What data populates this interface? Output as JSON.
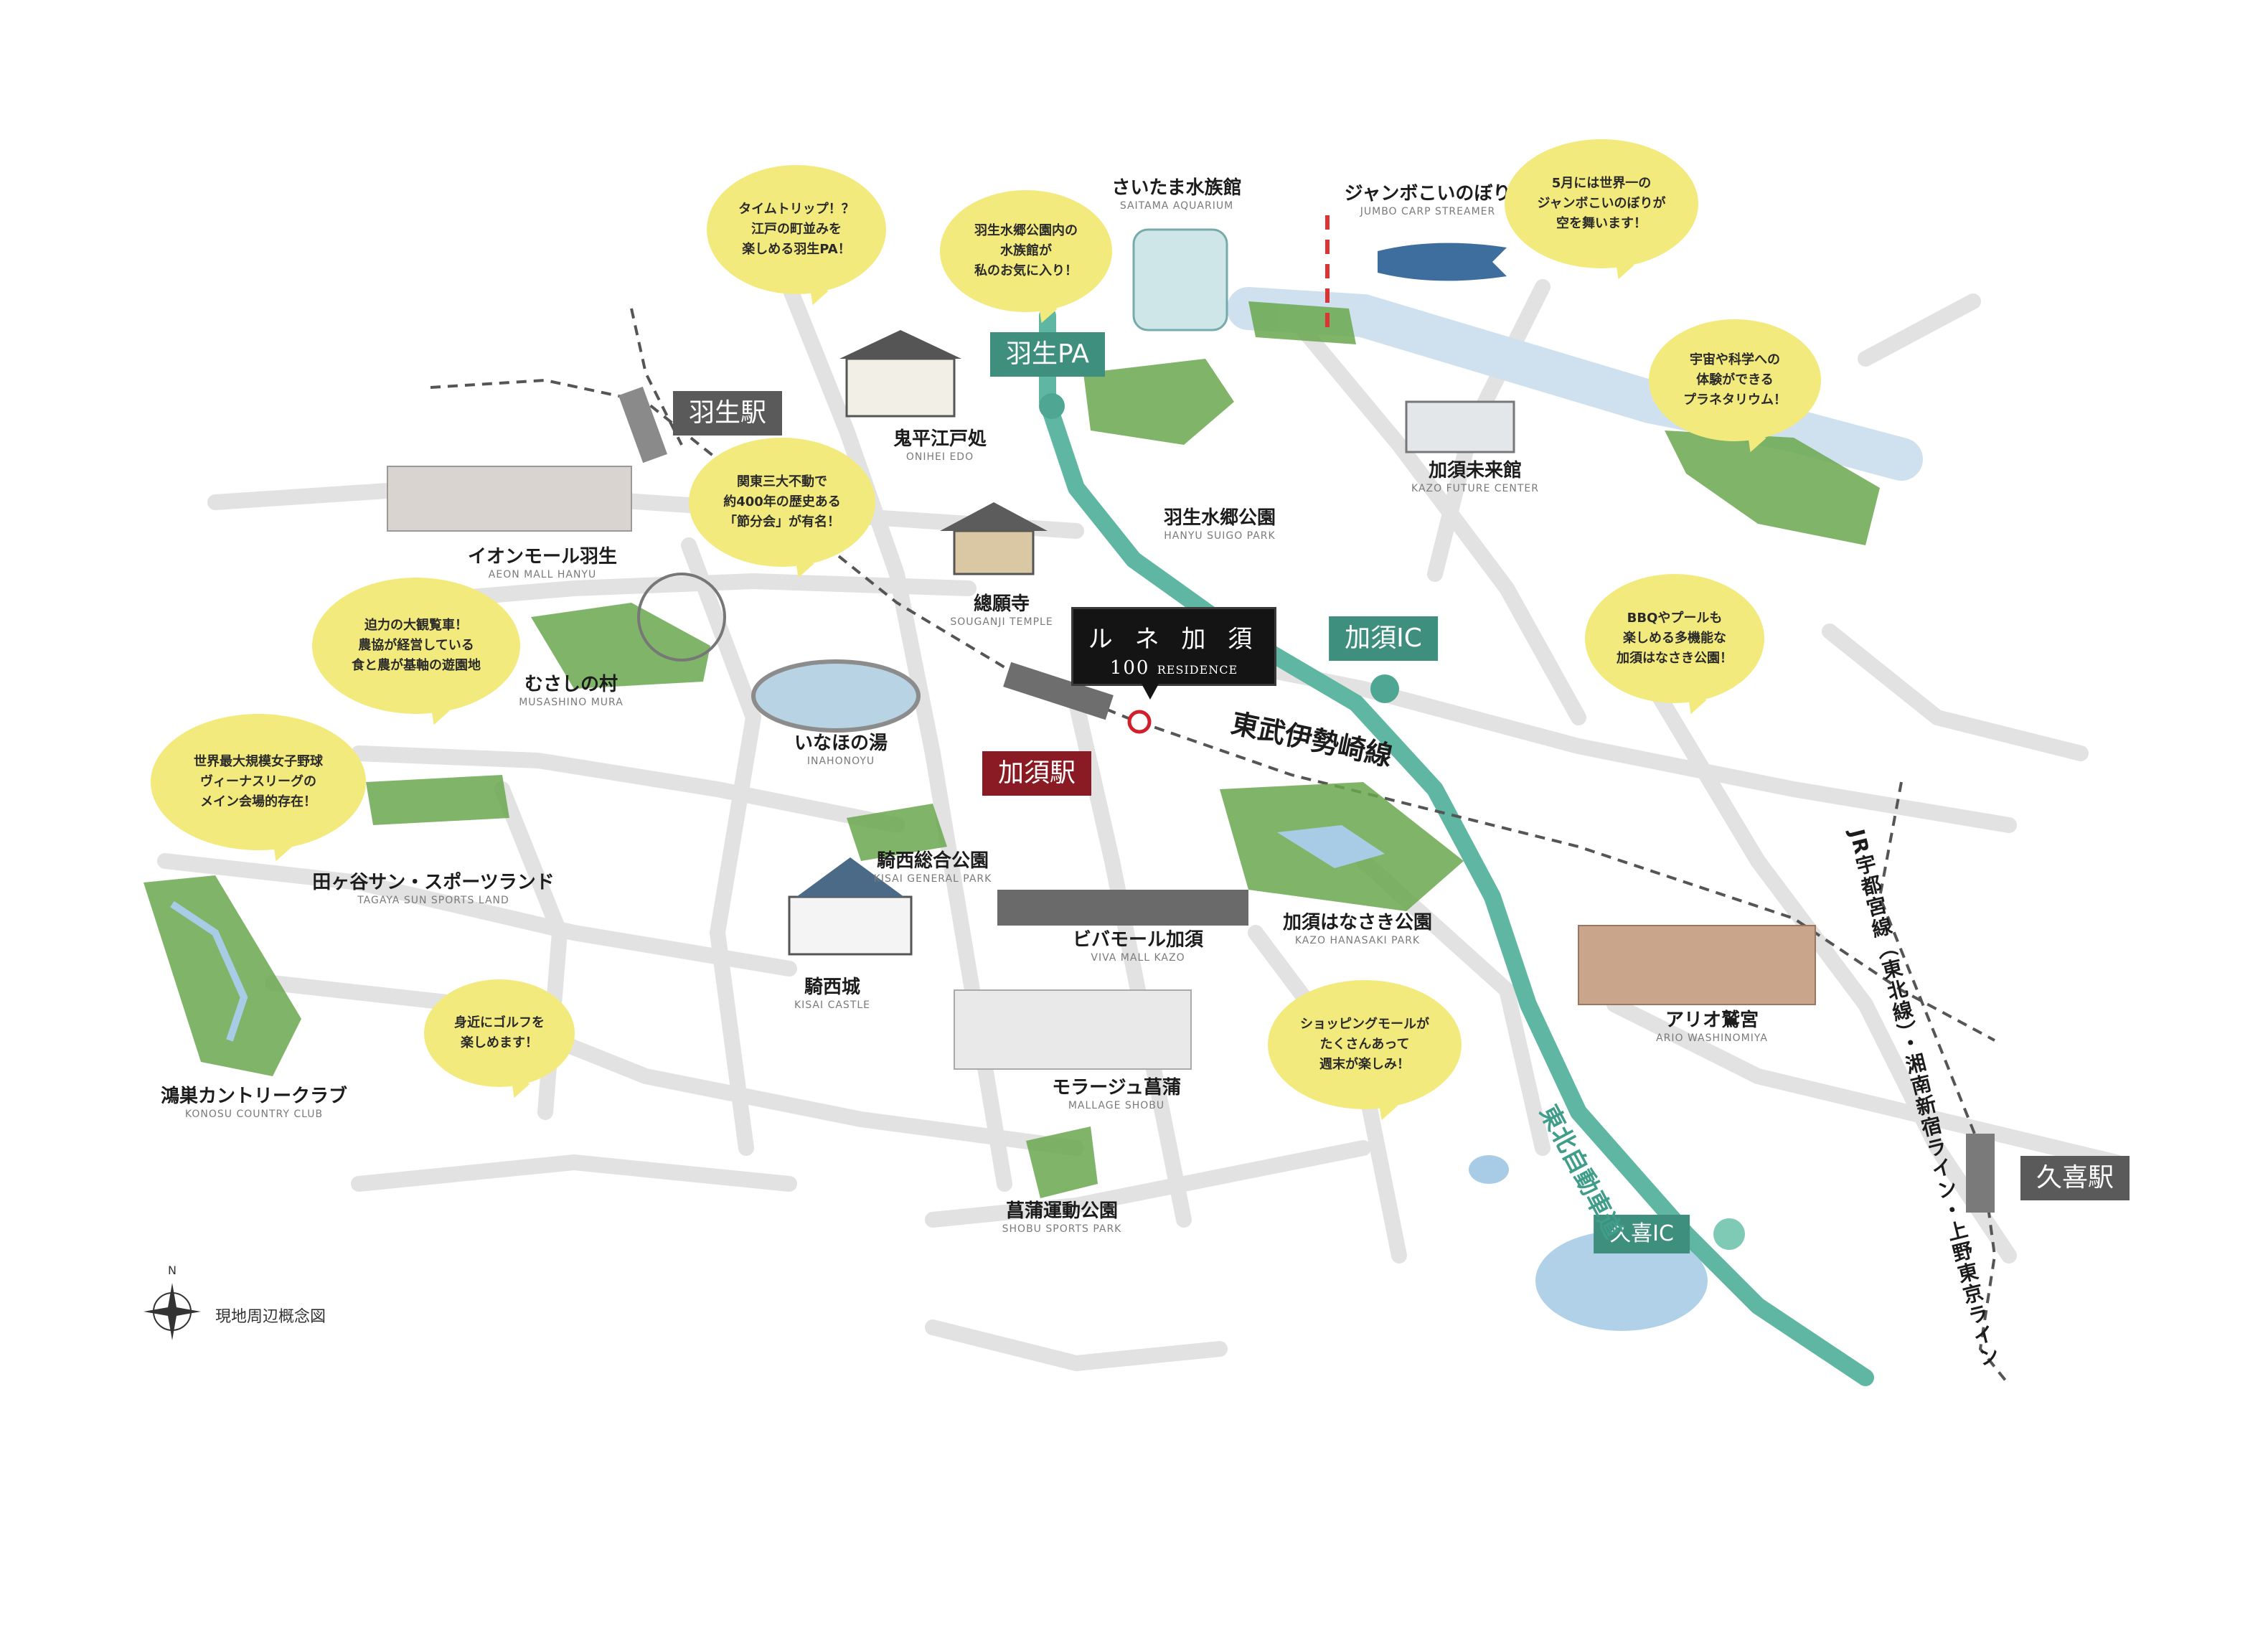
{
  "stations": {
    "hanyu": "羽生駅",
    "kazo": "加須駅",
    "kuki": "久喜駅"
  },
  "interchanges": {
    "hanyu_pa": "羽生PA",
    "kazo_ic": "加須IC",
    "kuki_ic": "久喜IC"
  },
  "residence": {
    "name_jp": "ル ネ 加 須",
    "name_num": "100",
    "name_en": "RESIDENCE"
  },
  "lines": {
    "tobu_isesaki": "東武伊勢崎線",
    "tohoku_expressway": "東北自動車道",
    "jr_line": "JR宇都宮線（東北線）・湘南新宿ライン・上野東京ライン"
  },
  "pois": [
    {
      "id": "saitama-aquarium",
      "jp": "さいたま水族館",
      "en": "SAITAMA AQUARIUM"
    },
    {
      "id": "jumbo-carp",
      "jp": "ジャンボこいのぼり",
      "en": "JUMBO CARP STREAMER"
    },
    {
      "id": "onihei",
      "jp": "鬼平江戸処",
      "en": "ONIHEI EDO"
    },
    {
      "id": "hanyu-suigo",
      "jp": "羽生水郷公園",
      "en": "HANYU SUIGO PARK"
    },
    {
      "id": "kazo-future",
      "jp": "加須未来館",
      "en": "KAZO FUTURE CENTER"
    },
    {
      "id": "aeon-hanyu",
      "jp": "イオンモール羽生",
      "en": "AEON MALL HANYU"
    },
    {
      "id": "sougan",
      "jp": "總願寺",
      "en": "SOUGANJI TEMPLE"
    },
    {
      "id": "musashino",
      "jp": "むさしの村",
      "en": "MUSASHINO MURA"
    },
    {
      "id": "inahono",
      "jp": "いなほの湯",
      "en": "INAHONOYU"
    },
    {
      "id": "tagaya",
      "jp": "田ヶ谷サン・スポーツランド",
      "en": "TAGAYA SUN SPORTS LAND"
    },
    {
      "id": "kisai-general",
      "jp": "騎西総合公園",
      "en": "KISAI GENERAL PARK"
    },
    {
      "id": "viva-mall",
      "jp": "ビバモール加須",
      "en": "VIVA MALL KAZO"
    },
    {
      "id": "hanasaki",
      "jp": "加須はなさき公園",
      "en": "KAZO HANASAKI PARK"
    },
    {
      "id": "kisai-castle",
      "jp": "騎西城",
      "en": "KISAI CASTLE"
    },
    {
      "id": "konosu",
      "jp": "鴻巣カントリークラブ",
      "en": "KONOSU COUNTRY CLUB"
    },
    {
      "id": "mallage",
      "jp": "モラージュ菖蒲",
      "en": "MALLAGE SHOBU"
    },
    {
      "id": "ario",
      "jp": "アリオ鷲宮",
      "en": "ARIO WASHINOMIYA"
    },
    {
      "id": "shobu-sports",
      "jp": "菖蒲運動公園",
      "en": "SHOBU SPORTS PARK"
    }
  ],
  "bubbles": [
    {
      "id": "onihei",
      "text": "タイムトリップ！？\n江戸の町並みを\n楽しめる羽生PA！"
    },
    {
      "id": "aquarium",
      "text": "羽生水郷公園内の\n水族館が\n私のお気に入り！"
    },
    {
      "id": "carp",
      "text": "5月には世界一の\nジャンボこいのぼりが\n空を舞います！"
    },
    {
      "id": "future",
      "text": "宇宙や科学への\n体験ができる\nプラネタリウム！"
    },
    {
      "id": "sougan",
      "text": "関東三大不動で\n約400年の歴史ある\n「節分会」が有名！"
    },
    {
      "id": "musashino",
      "text": "迫力の大観覧車！\n農協が経営している\n食と農が基軸の遊園地"
    },
    {
      "id": "hanasaki",
      "text": "BBQやプールも\n楽しめる多機能な\n加須はなさき公園！"
    },
    {
      "id": "tagaya",
      "text": "世界最大規模女子野球\nヴィーナスリーグの\nメイン会場的存在！"
    },
    {
      "id": "golf",
      "text": "身近にゴルフを\n楽しめます！"
    },
    {
      "id": "mallage",
      "text": "ショッピングモールが\nたくさんあって\n週末が楽しみ！"
    }
  ],
  "compass": {
    "north": "N",
    "caption": "現地周辺概念図"
  },
  "colors": {
    "road": "#dcdcdc",
    "expressway": "#5fb7a3",
    "station_sign": "#5a5a5a",
    "kazo_station_sign": "#8a1b24",
    "ic_sign": "#3f8f7f",
    "bubble": "#f3ea7e",
    "green": "#6aa84f",
    "water": "#a9cce6"
  }
}
